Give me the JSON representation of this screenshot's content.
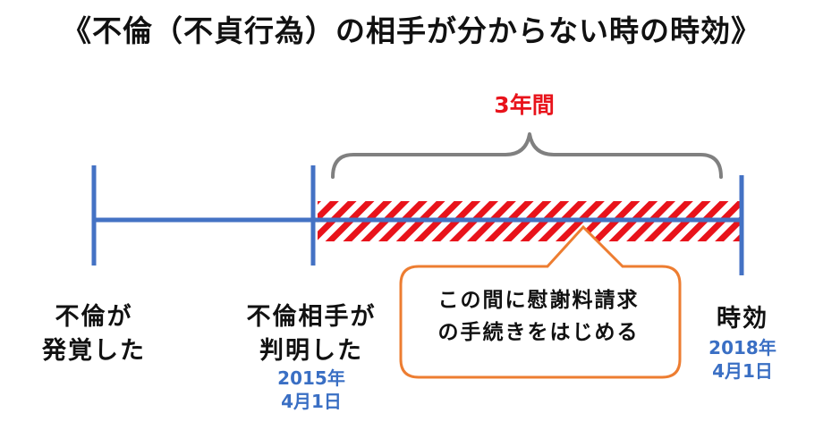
{
  "title": "《不倫（不貞行為）の相手が分からない時の時効》",
  "duration_label": "3年間",
  "colors": {
    "timeline": "#4472c4",
    "hatch_red": "#e8131b",
    "bracket": "#808080",
    "callout_border": "#ed7d31",
    "date_text": "#3a6fc4",
    "duration_text": "#e8131b"
  },
  "events": [
    {
      "id": "discovery",
      "label_lines": [
        "不倫が",
        "発覚した"
      ],
      "date_lines": []
    },
    {
      "id": "identified",
      "label_lines": [
        "不倫相手が",
        "判明した"
      ],
      "date_lines": [
        "2015年",
        "4月1日"
      ]
    },
    {
      "id": "expiry",
      "label_lines": [
        "時効"
      ],
      "date_lines": [
        "2018年",
        "4月1日"
      ]
    }
  ],
  "callout": {
    "lines": [
      "この間に慰謝料請求",
      "の手続きをはじめる"
    ]
  }
}
